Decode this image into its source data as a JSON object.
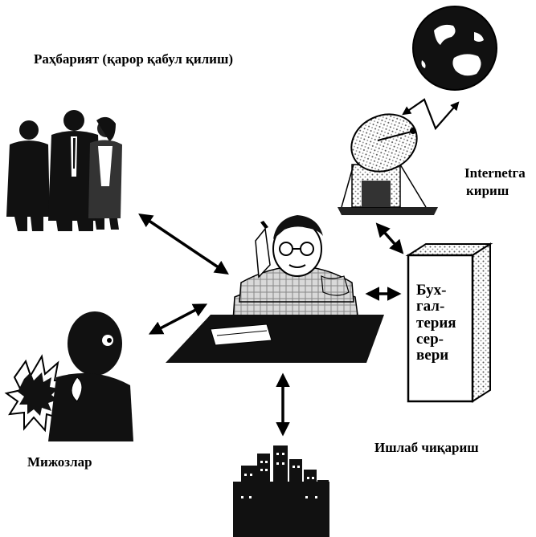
{
  "labels": {
    "management": "Раҳбарият (қарор қабул қилиш)",
    "internet_line1": "Internetга",
    "internet_line2": "кириш",
    "clients": "Мижозлар",
    "production": "Ишлаб чиқариш"
  },
  "server": {
    "lines": [
      "Бух-",
      "гал-",
      "терия",
      "сер-",
      "вери"
    ]
  },
  "icons": [
    "globe-icon",
    "satellite-dish-icon",
    "business-people-icon",
    "office-worker-icon",
    "desk-icon",
    "server-icon",
    "angry-client-icon",
    "factory-buildings-icon"
  ]
}
